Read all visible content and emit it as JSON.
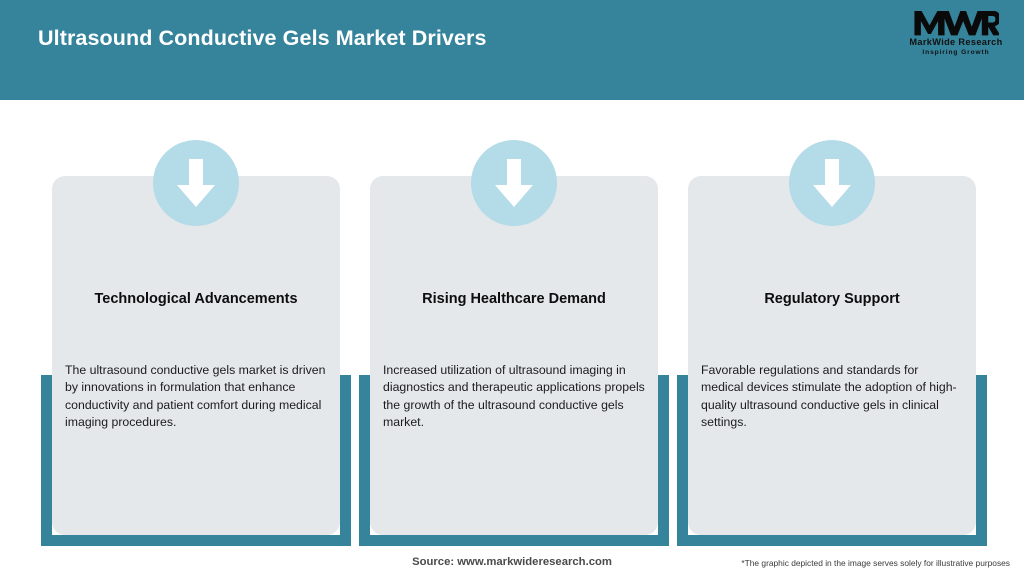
{
  "header": {
    "title": "Ultrasound Conductive Gels Market Drivers",
    "background_color": "#35849c",
    "title_color": "#ffffff"
  },
  "logo": {
    "monogram": "MWR",
    "name": "MarkWide Research",
    "tagline": "Inspiring Growth",
    "icon": "mwr-logo-icon"
  },
  "cards": [
    {
      "icon": "down-arrow-icon",
      "title": "Technological Advancements",
      "body": "The ultrasound conductive gels market is driven by innovations in formulation that enhance conductivity and patient comfort during medical imaging procedures."
    },
    {
      "icon": "down-arrow-icon",
      "title": "Rising Healthcare Demand",
      "body": "Increased utilization of ultrasound imaging in diagnostics and therapeutic applications propels the growth of the ultrasound conductive gels market."
    },
    {
      "icon": "down-arrow-icon",
      "title": "Regulatory Support",
      "body": "Favorable regulations and standards for medical devices stimulate the adoption of high-quality ultrasound conductive gels in clinical settings."
    }
  ],
  "footer": {
    "source": "Source: www.markwideresearch.com",
    "disclaimer": "*The graphic depicted in the image serves solely for illustrative purposes"
  },
  "colors": {
    "teal": "#35849c",
    "card_background": "#e4e8ea",
    "badge_circle": "#b4dbe8",
    "arrow": "#ffffff",
    "page_background": "#ffffff"
  }
}
